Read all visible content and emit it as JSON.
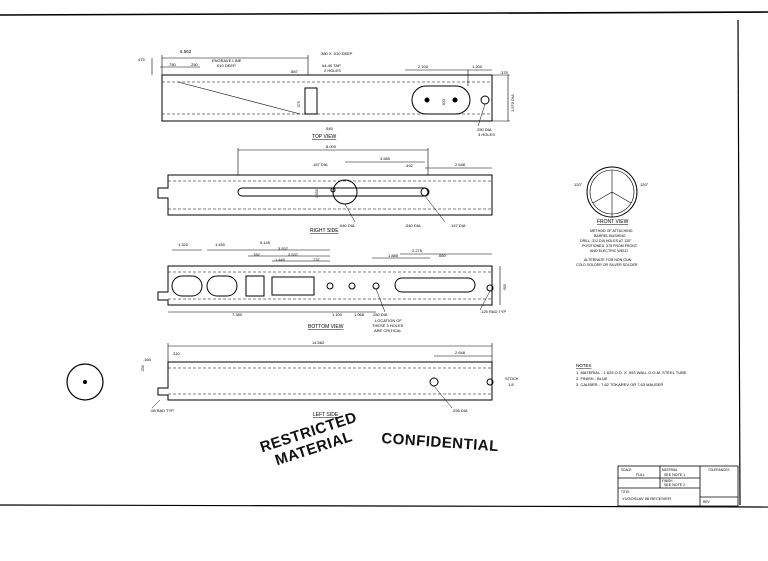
{
  "views": {
    "top": {
      "label": "TOP VIEW"
    },
    "right": {
      "label": "RIGHT SIDE"
    },
    "bottom": {
      "label": "BOTTOM VIEW"
    },
    "left": {
      "label": "LEFT SIDE"
    },
    "front": {
      "label": "FRONT VIEW"
    }
  },
  "top_view_dims": {
    "overall": "6.562",
    "d475": ".475",
    "d750": ".750",
    "d250": ".250",
    "engrave": "ENGRAVE LINE",
    "engrave2": "010 DEEP",
    "deep": ".380 X .010 DEEP",
    "tap": "#4-40 TAP",
    "tap2": "2 HOLES",
    "d887": ".887",
    "d2100": "2.100",
    "d1200": "1.200",
    "d375": ".375",
    "dia1570": "1.570 DIA",
    "d545": ".545",
    "d833": ".833",
    "d575": ".575",
    "dia250": ".250 DIA",
    "holes3": "3 HOLES"
  },
  "right_view_dims": {
    "overall": "8.000",
    "d3580": "3.580",
    "d492": ".492",
    "d2648": "2.648",
    "dia187": ".187 DIA",
    "dia640": ".640 DIA",
    "dia540": ".540 DIA",
    "dia147": ".147 DIA",
    "d1000": "1.000"
  },
  "front_view": {
    "angle_left": "120°",
    "angle_right": "120°",
    "note": [
      "METHOD OF ATTACHING",
      "BARREL BUSHING",
      "DRILL .312 DIA HOLES AT 120°",
      "POSITIONED .375 FROM FRONT",
      "AND ELECTRIC WELD",
      "ALTERNATE FOR NON-GUN",
      "COLD SOLDER OR SILVER SOLDER"
    ]
  },
  "bottom_view_dims": {
    "d1320": "1.320",
    "d1450": "1.450",
    "d5145": "5.145",
    "d3537": "3.537",
    "d782": ".782",
    "d2537": "2.537",
    "d1440": "1.440",
    "d737": ".737",
    "d1885": "1.885",
    "d2275": "2.275",
    "d650": ".650",
    "d7380": "7.380",
    "d1100": "1.100",
    "d1068": "1.068",
    "dia250": ".250 DIA",
    "loc1": "LOCATION OF",
    "loc2": "THESE 3 HOLES",
    "loc3": "ARE CRITICAL",
    "rad": ".125 RAD TYP",
    "d900": ".900"
  },
  "left_view_dims": {
    "overall": "14.562",
    "d165": ".165",
    "d310": ".310",
    "d230": ".230",
    "d2648": "2.648",
    "stock": "STOCK",
    "stock2": "1.8",
    "rad": ".08 RAD TYP",
    "dia295": ".295 DIA"
  },
  "notes": {
    "title": "NOTES",
    "items": [
      "1. MATERIAL - 1.625 O.D. X .093 WALL D.O.M. STEEL TUBE",
      "2. FINISH - BLUE",
      "3. CALIBER - 7.62 TOKAREV OR 7.63 MAUSER"
    ]
  },
  "title_block": {
    "scale_label": "SCALE",
    "scale_value": "FULL",
    "material_label": "MATERIAL",
    "material_value": "SEE NOTE 1",
    "finish_label": "FINISH",
    "finish_value": "SEE NOTE 2",
    "title_label": "TITLE",
    "title_value": "YUGOSLAV 56 RECEIVER",
    "tolerances": "TOLERANCES",
    "rev": "REV"
  },
  "stamps": {
    "restricted_line1": "RESTRICTED",
    "restricted_line2": "MATERIAL",
    "confidential": "CONFIDENTIAL"
  }
}
